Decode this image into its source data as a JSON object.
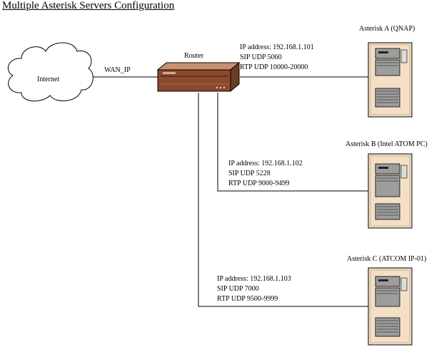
{
  "title": "Multiple Asterisk Servers Configuration",
  "internet": {
    "label": "Internet"
  },
  "wan": {
    "label": "WAN_IP"
  },
  "router": {
    "label": "Router"
  },
  "servers": [
    {
      "name": "Asterisk A (QNAP)",
      "ip": "IP address: 192.168.1.101",
      "sip": "SIP UDP 5060",
      "rtp": "RTP UDP 10000-20000"
    },
    {
      "name": "Asterisk B (Intel ATOM PC)",
      "ip": "IP address: 192.168.1.102",
      "sip": "SIP UDP 5228",
      "rtp": "RTP UDP 9000-9499"
    },
    {
      "name": "Asterisk C (ATCOM IP-01)",
      "ip": "IP address: 192.168.1.103",
      "sip": "SIP UDP 7000",
      "rtp": "RTP UDP 9500-9999"
    }
  ],
  "colors": {
    "router_top": "#c79270",
    "router_body": "#8a4a2e",
    "server_case": "#f3dfc5",
    "server_panel": "#9d9d9d",
    "line": "#000000"
  }
}
